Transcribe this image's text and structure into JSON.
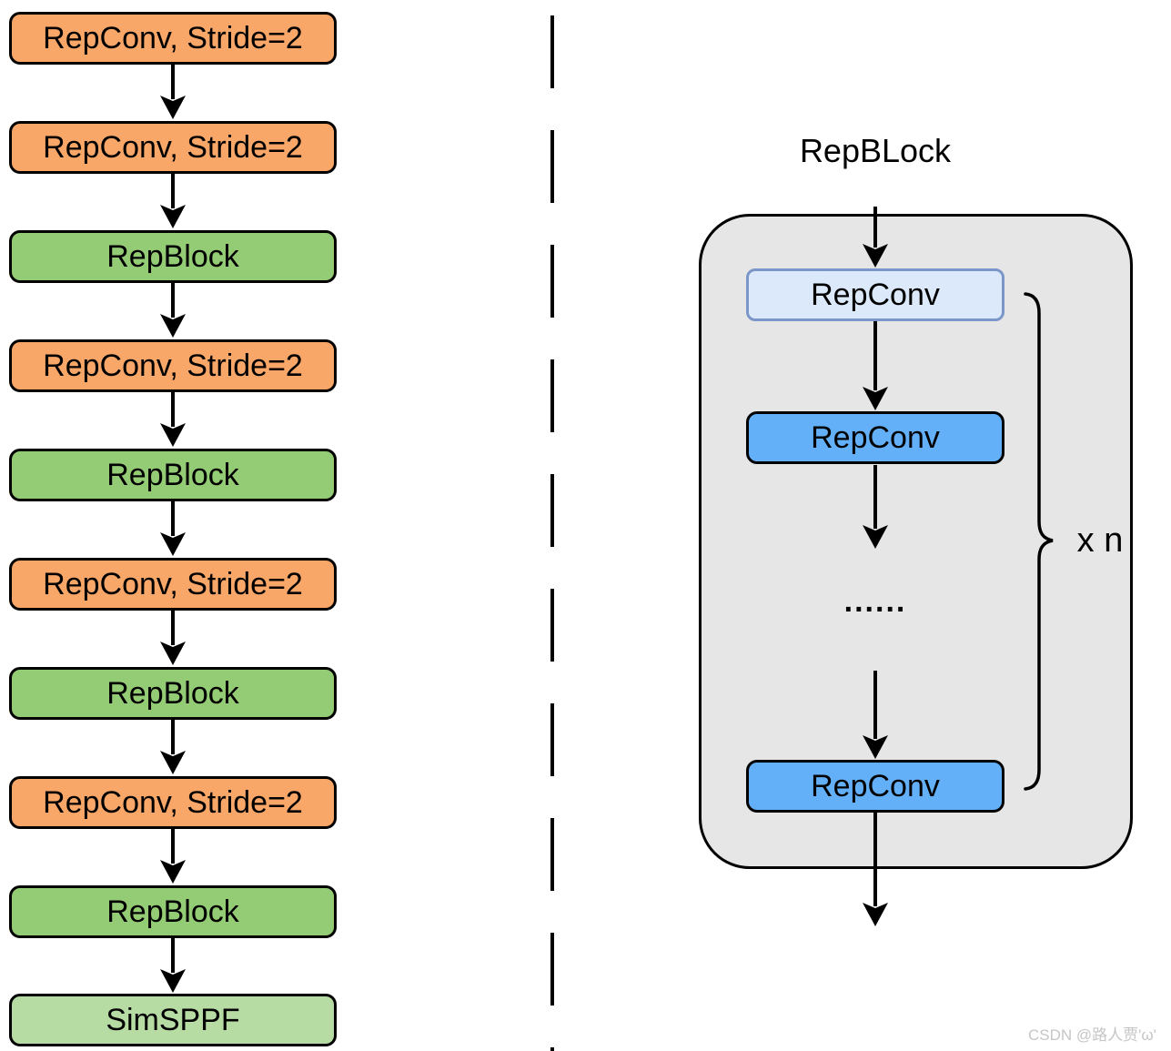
{
  "colors": {
    "orange_fill": "#F8A768",
    "green_fill": "#94CC76",
    "lightgreen_fill": "#B6DCA4",
    "lightblue_fill": "#DCE9FB",
    "lightblue_border": "#7B97C9",
    "blue_fill": "#64B0F8",
    "container_fill": "#E6E6E6",
    "line_color": "#000000",
    "watermark_color": "#C6C6C6"
  },
  "left_flow": {
    "boxes": [
      {
        "label": "RepConv, Stride=2",
        "type": "orange"
      },
      {
        "label": "RepConv, Stride=2",
        "type": "orange"
      },
      {
        "label": "RepBlock",
        "type": "green"
      },
      {
        "label": "RepConv, Stride=2",
        "type": "orange"
      },
      {
        "label": "RepBlock",
        "type": "green"
      },
      {
        "label": "RepConv, Stride=2",
        "type": "orange"
      },
      {
        "label": "RepBlock",
        "type": "green"
      },
      {
        "label": "RepConv, Stride=2",
        "type": "orange"
      },
      {
        "label": "RepBlock",
        "type": "green"
      },
      {
        "label": "SimSPPF",
        "type": "lightgreen"
      }
    ]
  },
  "right_detail": {
    "title": "RepBLock",
    "boxes": [
      {
        "label": "RepConv",
        "type": "lightblue"
      },
      {
        "label": "RepConv",
        "type": "blue"
      },
      {
        "label": "RepConv",
        "type": "blue"
      }
    ],
    "ellipsis": "......",
    "repeat_label": "x n"
  },
  "watermark": "CSDN @路人贾'ω'"
}
